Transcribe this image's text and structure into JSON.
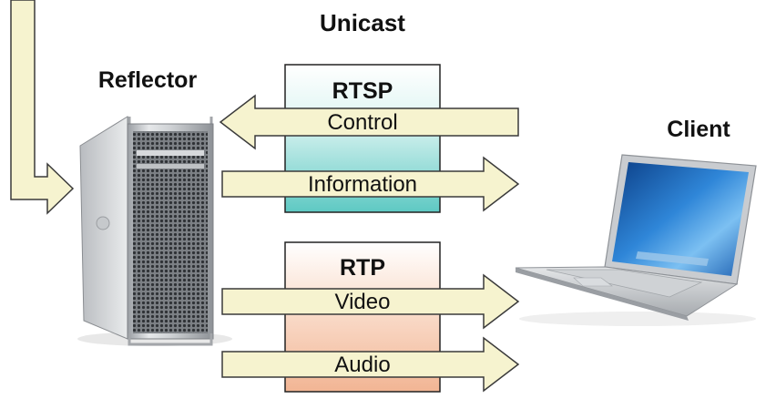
{
  "title": "Unicast",
  "reflector_label": "Reflector",
  "client_label": "Client",
  "protocols": [
    {
      "name": "RTSP",
      "color_top": "#ffffff",
      "color_bottom": "#5ec9c3"
    },
    {
      "name": "RTP",
      "color_top": "#ffffff",
      "color_bottom": "#f2b594"
    }
  ],
  "arrows": [
    {
      "label": "Control",
      "direction": "left"
    },
    {
      "label": "Information",
      "direction": "right"
    },
    {
      "label": "Video",
      "direction": "right"
    },
    {
      "label": "Audio",
      "direction": "right"
    }
  ],
  "colors": {
    "arrow_fill": "#f6f3cf",
    "arrow_stroke": "#3a3a3a",
    "box_stroke": "#222222"
  }
}
